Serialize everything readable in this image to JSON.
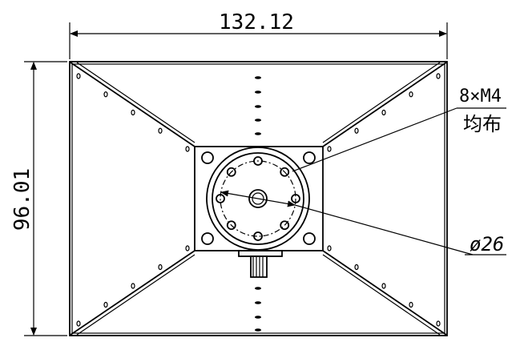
{
  "dimensions": {
    "width": "132.12",
    "height": "96.01",
    "diameter": "ø26"
  },
  "notes": {
    "holes_line1": "8×M4",
    "holes_line2": "均布"
  },
  "colors": {
    "line": "#000000",
    "background": "#ffffff"
  }
}
